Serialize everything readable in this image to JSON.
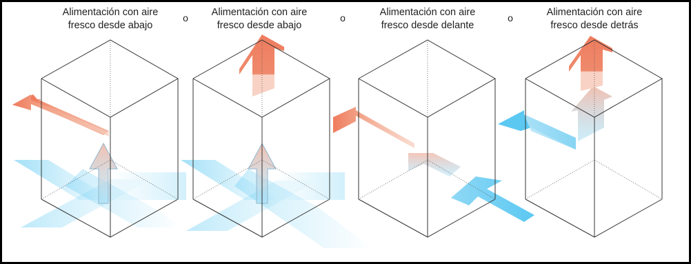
{
  "panels": [
    {
      "line1": "Alimentación con aire",
      "line2": "fresco desde abajo",
      "icon": "cabinet-airflow-bottom"
    },
    {
      "line1": "Alimentación con aire",
      "line2": "fresco desde abajo",
      "icon": "cabinet-airflow-bottom-top-exhaust"
    },
    {
      "line1": "Alimentación con aire",
      "line2": "fresco desde delante",
      "icon": "cabinet-airflow-front"
    },
    {
      "line1": "Alimentación con aire",
      "line2": "fresco desde detrás",
      "icon": "cabinet-airflow-rear"
    }
  ],
  "separator": "o",
  "colors": {
    "fresh_air": "#5bc8f2",
    "exhaust_air": "#ef7c5e",
    "frame": "#000000",
    "edges": "#333333"
  }
}
